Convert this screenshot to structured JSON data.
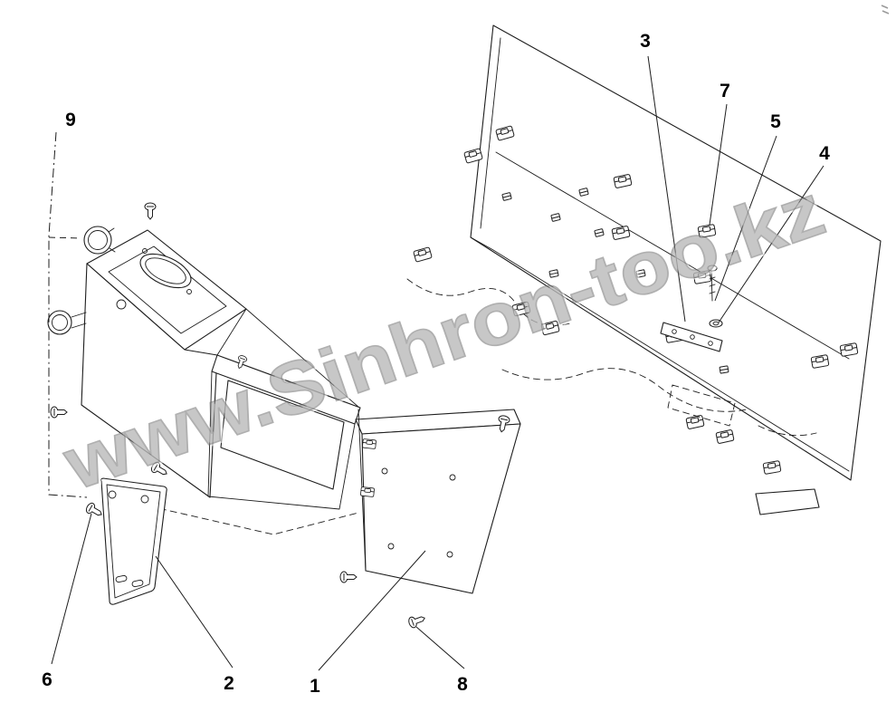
{
  "diagram": {
    "type": "exploded-parts-diagram",
    "subject": "instrument console and rear panel assembly",
    "background": "#ffffff",
    "line_color": "#1d1d1d",
    "watermark": "www.Sinhron-too.kz",
    "watermark_color": "#9a9a9a",
    "callouts": [
      {
        "label": "9"
      },
      {
        "label": "3"
      },
      {
        "label": "7"
      },
      {
        "label": "5"
      },
      {
        "label": "4"
      },
      {
        "label": "6"
      },
      {
        "label": "2"
      },
      {
        "label": "1"
      },
      {
        "label": "8"
      }
    ]
  }
}
